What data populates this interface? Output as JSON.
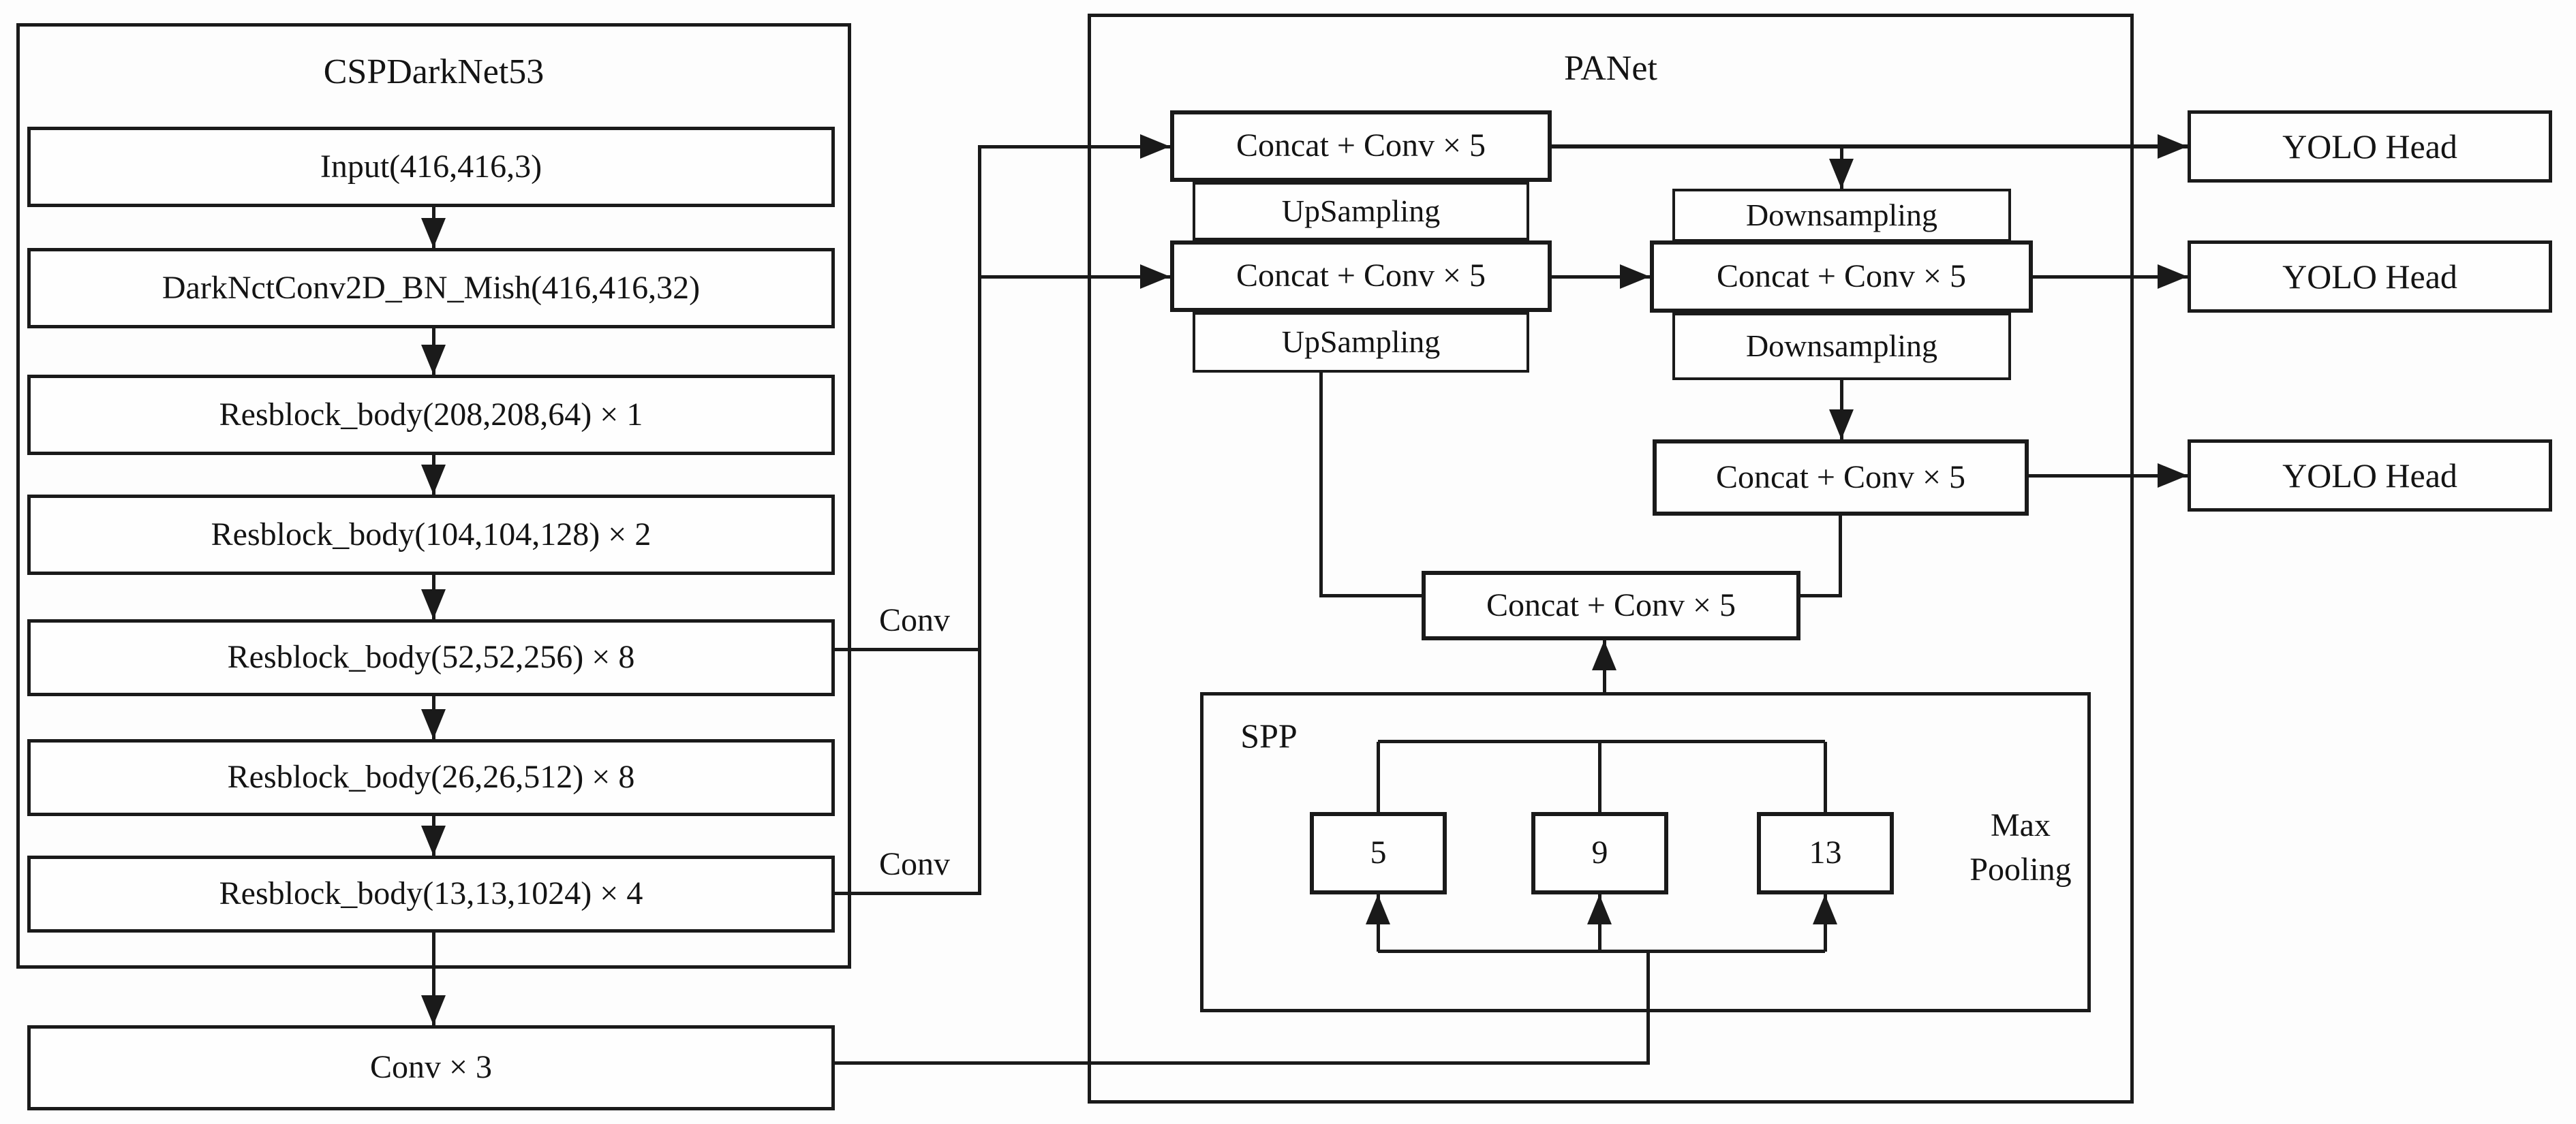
{
  "figure": {
    "backbone": {
      "title": "CSPDarkNet53",
      "layers": [
        "Input(416,416,3)",
        "DarkNctConv2D_BN_Mish(416,416,32)",
        "Resblock_body(208,208,64) × 1",
        "Resblock_body(104,104,128) × 2",
        "Resblock_body(52,52,256) × 8",
        "Resblock_body(26,26,512) × 8",
        "Resblock_body(13,13,1024) × 4"
      ],
      "conv_taps": [
        "Conv",
        "Conv"
      ],
      "output_block": "Conv × 3"
    },
    "neck": {
      "title": "PANet",
      "concat_blocks": [
        "Concat + Conv × 5",
        "Concat + Conv × 5",
        "Concat + Conv × 5",
        "Concat + Conv × 5",
        "Concat + Conv × 5"
      ],
      "upsampling": [
        "UpSampling",
        "UpSampling"
      ],
      "downsampling": [
        "Downsampling",
        "Downsampling"
      ],
      "spp": {
        "title": "SPP",
        "pool_sizes": [
          "5",
          "9",
          "13"
        ],
        "pooling_label_lines": [
          "Max",
          "Pooling"
        ]
      }
    },
    "heads": [
      "YOLO Head",
      "YOLO Head",
      "YOLO Head"
    ]
  },
  "colors": {
    "stroke": "#1a1a1a",
    "background": "#fdfdfd"
  }
}
